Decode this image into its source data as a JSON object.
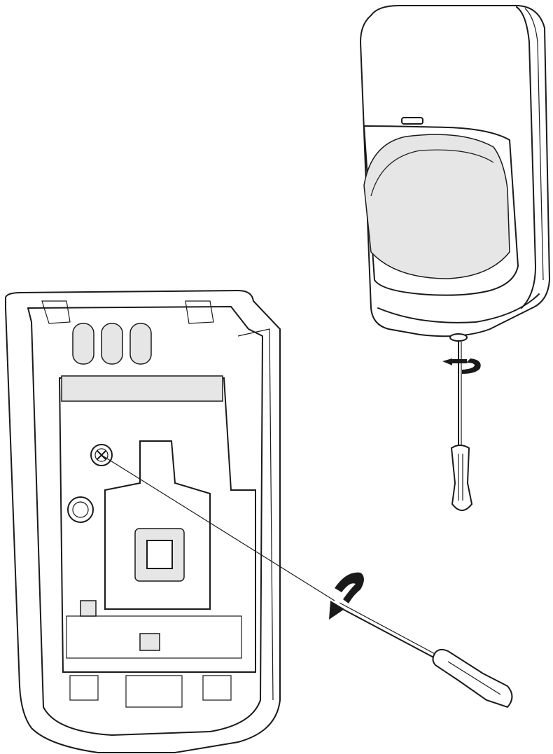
{
  "diagram": {
    "line_color": "#1a1a1a",
    "background": "#ffffff",
    "parts": [
      "detector-cover",
      "cover-screw-screwdriver",
      "open-detector-base",
      "pcb",
      "terminal-block",
      "pcb-screw",
      "pcb-screwdriver"
    ],
    "icons": [
      "counterclockwise-arrow-icon",
      "rotate-arrow-icon",
      "screwdriver-icon"
    ],
    "terminal_count": 7
  }
}
